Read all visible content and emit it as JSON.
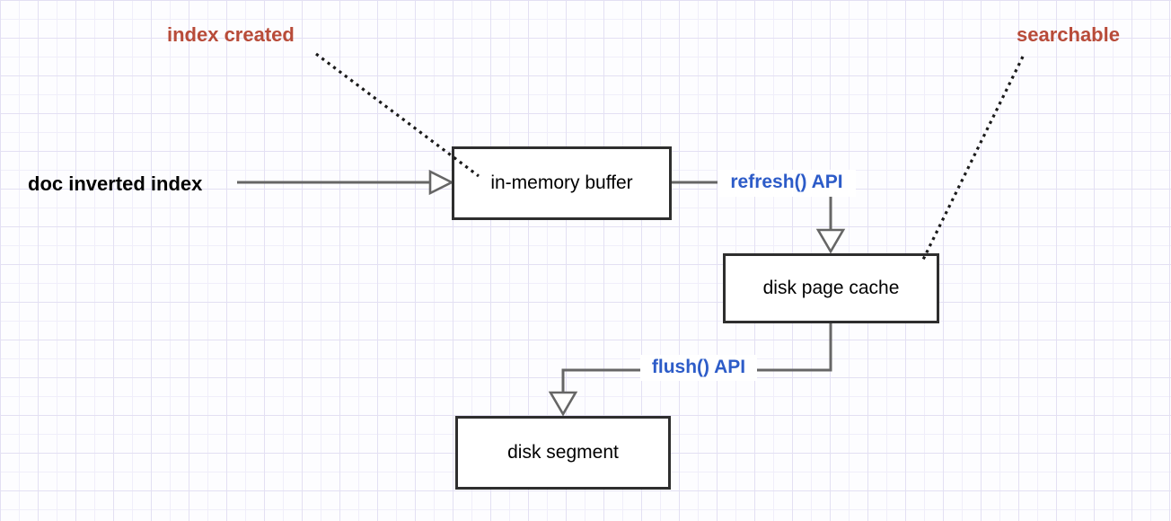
{
  "nodes": {
    "in_memory_buffer": {
      "label": "in-memory buffer"
    },
    "disk_page_cache": {
      "label": "disk page cache"
    },
    "disk_segment": {
      "label": "disk segment"
    }
  },
  "labels": {
    "doc_inverted_index": {
      "text": "doc inverted index",
      "color": "#000000"
    },
    "index_created": {
      "text": "index created",
      "color": "#b84b39"
    },
    "searchable": {
      "text": "searchable",
      "color": "#b84b39"
    },
    "refresh_api": {
      "text": "refresh() API",
      "color": "#2d5cc8"
    },
    "flush_api": {
      "text": "flush() API",
      "color": "#2d5cc8"
    }
  },
  "edges": {
    "doc_to_buffer": {
      "from": "doc inverted index",
      "to": "in-memory buffer",
      "style": "solid-open-arrow"
    },
    "buffer_to_cache": {
      "from": "in-memory buffer",
      "to": "disk page cache",
      "label": "refresh() API",
      "style": "solid-open-arrow"
    },
    "cache_to_segment": {
      "from": "disk page cache",
      "to": "disk segment",
      "label": "flush() API",
      "style": "solid-open-arrow"
    },
    "created_to_buffer": {
      "from": "index created",
      "to": "in-memory buffer",
      "style": "dotted"
    },
    "search_to_cache": {
      "from": "searchable",
      "to": "disk page cache",
      "style": "dotted"
    }
  },
  "colors": {
    "background": "#fdfdff",
    "grid_minor": "#f0eefa",
    "grid_major": "#e3e0f3",
    "node_border": "#2e2e2e",
    "node_fill": "#ffffff",
    "connector_gray": "#666666",
    "dotted_black": "#1a1a1a",
    "annotation_red": "#b84b39",
    "api_blue": "#2d5cc8"
  }
}
